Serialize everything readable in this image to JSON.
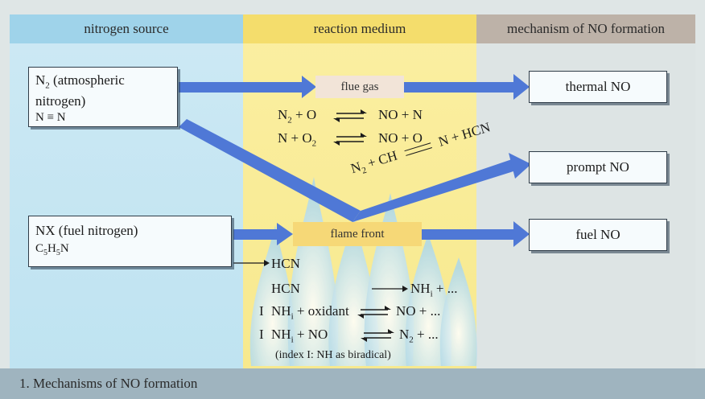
{
  "headers": {
    "source": "nitrogen source",
    "medium": "reaction medium",
    "mechanism": "mechanism of NO formation"
  },
  "sources": {
    "n2": {
      "line1_pre": "N",
      "line1_sub": "2",
      "line1_post": " (atmospheric",
      "line2": "nitrogen)",
      "line3": "N ≡ N"
    },
    "nx": {
      "line1": "NX (fuel nitrogen)",
      "formula_c": "C",
      "formula_c_sub": "5",
      "formula_h": "H",
      "formula_h_sub": "5",
      "formula_n": "N"
    }
  },
  "medium": {
    "flue_gas": "flue gas",
    "flame_front": "flame front",
    "thermal_eq1": {
      "lhs_pre": "N",
      "lhs_sub": "2",
      "lhs_post": " + O",
      "rhs": "NO + N"
    },
    "thermal_eq2": {
      "lhs_pre": "N + O",
      "lhs_sub": "2",
      "rhs": "NO + O"
    },
    "prompt_eq": {
      "lhs_pre": "N",
      "lhs_sub": "2",
      "lhs_post": " + CH",
      "rhs": "N + HCN"
    },
    "fuel_steps": {
      "s1": "HCN",
      "s2_lhs": "HCN",
      "s2_rhs_pre": "NH",
      "s2_rhs_sub": "i",
      "s2_rhs_post": " + ...",
      "s3_lhs_pre": "NH",
      "s3_lhs_sub": "i",
      "s3_lhs_post": " + oxidant",
      "s3_rhs": "NO + ...",
      "s4_lhs_pre": "NH",
      "s4_lhs_sub": "i",
      "s4_lhs_post": " + NO",
      "s4_rhs_pre": "N",
      "s4_rhs_sub": "2",
      "s4_rhs_post": " + ...",
      "marker": "I"
    },
    "note": "(index I: NH as biradical)"
  },
  "mechanisms": {
    "thermal": "thermal NO",
    "prompt": "prompt NO",
    "fuel": "fuel NO"
  },
  "caption": "1. Mechanisms of NO formation",
  "colors": {
    "arrow": "#4f78d6",
    "source_column": "#bfe3f1",
    "medium_column": "#f7e98e",
    "mechanism_header": "#bdb2a8",
    "caption_band": "#9fb4bf"
  }
}
